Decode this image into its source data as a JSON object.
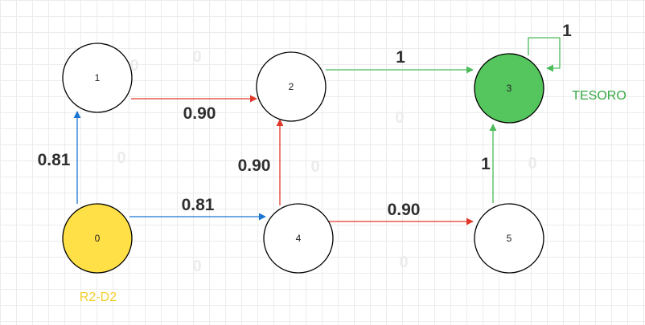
{
  "colors": {
    "red": "#e0392b",
    "blue": "#1b76d2",
    "green": "#4cbb59",
    "start": "#ffe046",
    "goal": "#55c65d",
    "node": "#ffffff",
    "faint": "#ececec"
  },
  "nodes": [
    {
      "id": "0",
      "label": "0",
      "fill": "start"
    },
    {
      "id": "1",
      "label": "1",
      "fill": "node"
    },
    {
      "id": "2",
      "label": "2",
      "fill": "node"
    },
    {
      "id": "3",
      "label": "3",
      "fill": "goal"
    },
    {
      "id": "4",
      "label": "4",
      "fill": "node"
    },
    {
      "id": "5",
      "label": "5",
      "fill": "node"
    }
  ],
  "edges": [
    {
      "from": "0",
      "to": "1",
      "weight": "0.81",
      "color": "blue"
    },
    {
      "from": "0",
      "to": "4",
      "weight": "0.81",
      "color": "blue"
    },
    {
      "from": "1",
      "to": "2",
      "weight": "0.90",
      "color": "red"
    },
    {
      "from": "4",
      "to": "2",
      "weight": "0.90",
      "color": "red"
    },
    {
      "from": "4",
      "to": "5",
      "weight": "0.90",
      "color": "red"
    },
    {
      "from": "2",
      "to": "3",
      "weight": "1",
      "color": "green"
    },
    {
      "from": "5",
      "to": "3",
      "weight": "1",
      "color": "green"
    },
    {
      "from": "3",
      "to": "3",
      "weight": "1",
      "color": "green"
    }
  ],
  "reverse_weights": [
    "0",
    "0",
    "0",
    "0",
    "0",
    "0",
    "0",
    "0"
  ],
  "captions": {
    "start": "R2-D2",
    "goal": "TESORO"
  }
}
